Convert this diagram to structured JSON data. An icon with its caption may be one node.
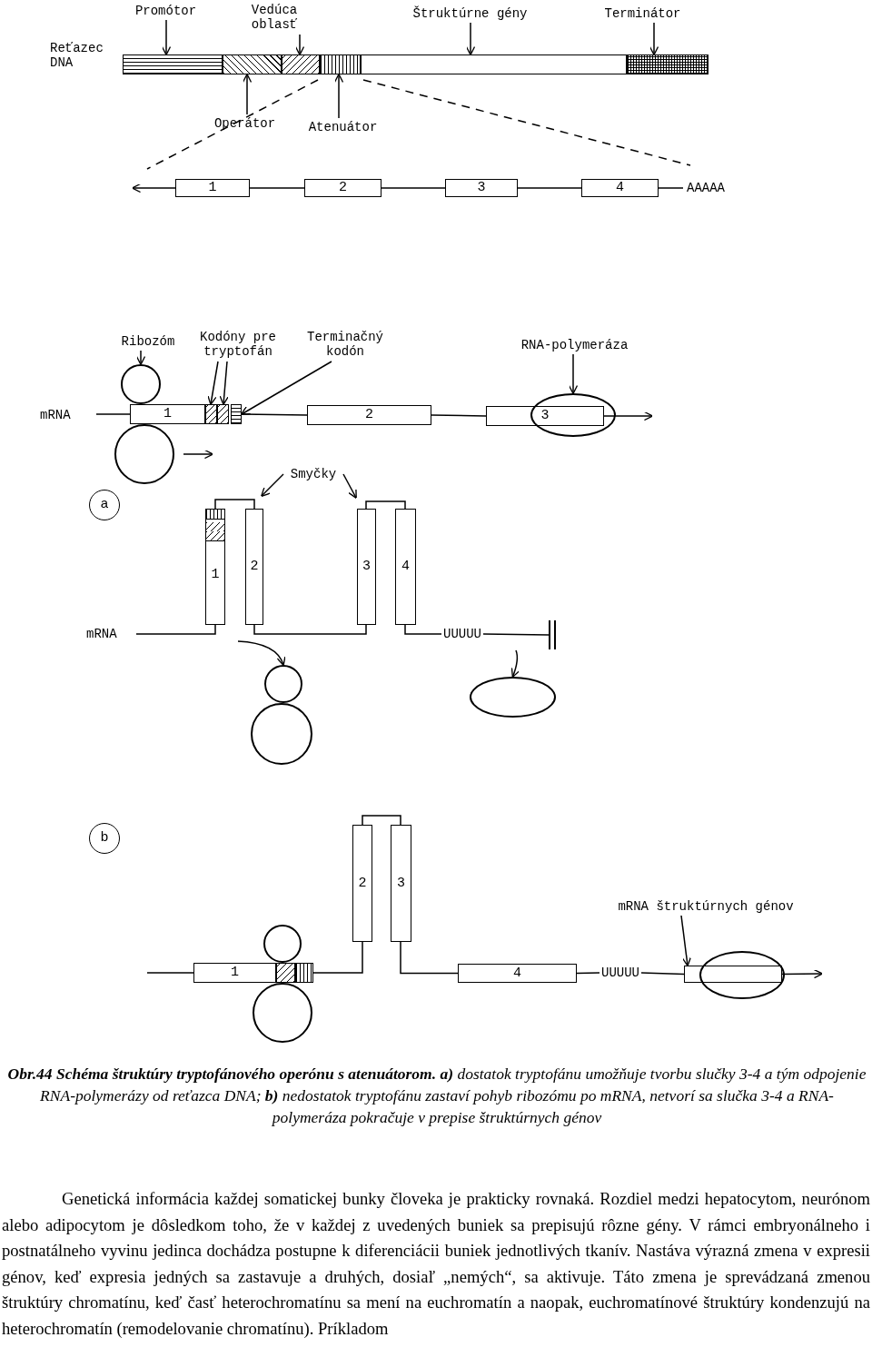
{
  "diagram": {
    "caption": "**Obr.44 Schéma štruktúry tryptofánového operónu s atenuátorom. a)** dostatok tryptofánu umožňuje tvorbu slučky 3-4 a tým odpojenie RNA-polymerázy od reťazca DNA; **b)** nedostatok tryptofánu zastaví pohyb ribozómu po mRNA, netvorí sa slučka 3-4 a RNA-polymeráza pokračuje v prepise štruktúrnych génov",
    "nodes": [
      {
        "text": [
          "Promótor"
        ]
      },
      {
        "text": [
          "Vedúca oblasť"
        ]
      },
      {
        "text": [
          "Štruktúrne gény"
        ]
      },
      {
        "text": [
          "Terminátor"
        ]
      },
      {
        "text": [],
        "shape": "bar"
      },
      {
        "text": [],
        "shape": "bar"
      },
      {
        "text": [],
        "shape": "bar"
      },
      {
        "text": [],
        "shape": "bar"
      },
      {
        "text": [],
        "shape": "bar"
      },
      {
        "text": [],
        "shape": "bar"
      },
      {
        "text": [
          "Operátor"
        ]
      },
      {
        "text": [
          "Atenuátor"
        ]
      },
      {
        "text": [
          "1"
        ]
      },
      {
        "text": [
          "2"
        ]
      },
      {
        "text": [
          "3"
        ]
      },
      {
        "text": [
          "4"
        ]
      },
      {
        "text": [
          "AAAAA"
        ]
      },
      {
        "text": [
          "Ribozóm"
        ]
      },
      {
        "text": [
          "Kodóny pre tryptofán"
        ]
      },
      {
        "text": [
          "Terminačný kodón"
        ]
      },
      {
        "text": [
          "RNA-polymeráza"
        ]
      },
      {
        "text": [],
        "shape": "circle"
      },
      {
        "text": [],
        "shape": "circle"
      },
      {
        "text": [
          "1"
        ]
      },
      {
        "text": [],
        "shape": "bar"
      },
      {
        "text": [],
        "shape": "bar"
      },
      {
        "text": [],
        "shape": "bar"
      },
      {
        "text": [
          "2"
        ]
      },
      {
        "text": [
          "3"
        ]
      },
      {
        "text": [],
        "shape": "ellipse"
      },
      {
        "text": [
          "a"
        ]
      },
      {
        "text": [
          "Smyčky"
        ]
      },
      {
        "text": [
          "1"
        ]
      },
      {
        "text": [
          "2"
        ]
      },
      {
        "text": [
          "3"
        ]
      },
      {
        "text": [
          "4"
        ]
      },
      {
        "text": [
          "UUUUU"
        ]
      },
      {
        "text": [],
        "shape": "bar"
      },
      {
        "text": [],
        "shape": "circle"
      },
      {
        "text": [],
        "shape": "circle"
      },
      {
        "text": [],
        "shape": "ellipse"
      },
      {
        "text": [
          "b"
        ]
      },
      {
        "text": [
          "1"
        ]
      },
      {
        "text": [],
        "shape": "bar"
      },
      {
        "text": [],
        "shape": "bar"
      },
      {
        "text": [],
        "shape": "circle"
      },
      {
        "text": [],
        "shape": "circle"
      },
      {
        "text": [
          "2"
        ]
      },
      {
        "text": [
          "3"
        ]
      },
      {
        "text": [
          "4"
        ]
      },
      {
        "text": [
          "UUUUU"
        ]
      },
      {
        "text": [
          "mRNA štruktúrnych génov"
        ]
      },
      {
        "text": [],
        "shape": "bar"
      },
      {
        "text": [],
        "shape": "ellipse"
      }
    ],
    "edges": [
      {
        "from": 0,
        "to": 4,
        "arrow": "to"
      },
      {
        "from": 1,
        "to": 6,
        "arrow": "to"
      },
      {
        "from": 2,
        "to": 8,
        "arrow": "to"
      },
      {
        "from": 3,
        "to": 9,
        "arrow": "to"
      },
      {
        "from": 10,
        "to": 5,
        "arrow": "to"
      },
      {
        "from": 11,
        "to": 7,
        "arrow": "to"
      },
      {
        "from": 12,
        "to": 13,
        "arrow": "none"
      },
      {
        "from": 13,
        "to": 14,
        "arrow": "none"
      },
      {
        "from": 14,
        "to": 15,
        "arrow": "none"
      },
      {
        "from": 12,
        "to": null,
        "arrow": "to"
      },
      {
        "from": 15,
        "to": 16,
        "arrow": "none"
      },
      {
        "from": 17,
        "to": 21,
        "arrow": "to"
      },
      {
        "from": 18,
        "to": 24,
        "arrow": "to"
      },
      {
        "from": 18,
        "to": 25,
        "arrow": "to"
      },
      {
        "from": 19,
        "to": 26,
        "arrow": "to"
      },
      {
        "from": 20,
        "to": 29,
        "arrow": "to"
      },
      {
        "from": null,
        "to": 23,
        "arrow": "none"
      },
      {
        "from": 26,
        "to": 27,
        "arrow": "none"
      },
      {
        "from": 27,
        "to": 28,
        "arrow": "none"
      },
      {
        "from": 28,
        "to": null,
        "arrow": "to"
      },
      {
        "from": 31,
        "to": null,
        "arrow": "to"
      },
      {
        "from": 31,
        "to": null,
        "arrow": "to"
      },
      {
        "from": 32,
        "to": 33,
        "arrow": "none"
      },
      {
        "from": 34,
        "to": 35,
        "arrow": "none"
      },
      {
        "from": null,
        "to": 32,
        "arrow": "none"
      },
      {
        "from": 33,
        "to": 34,
        "arrow": "none"
      },
      {
        "from": 35,
        "to": 36,
        "arrow": "none"
      },
      {
        "from": 36,
        "to": 37,
        "arrow": "none"
      },
      {
        "from": null,
        "to": 38,
        "arrow": "to"
      },
      {
        "from": null,
        "to": 40,
        "arrow": "to"
      },
      {
        "from": null,
        "to": 42,
        "arrow": "none"
      },
      {
        "from": 44,
        "to": 47,
        "arrow": "none"
      },
      {
        "from": 47,
        "to": 48,
        "arrow": "none"
      },
      {
        "from": 48,
        "to": 49,
        "arrow": "none"
      },
      {
        "from": 49,
        "to": 50,
        "arrow": "none"
      },
      {
        "from": 50,
        "to": 52,
        "arrow": "none"
      },
      {
        "from": 51,
        "to": 52,
        "arrow": "to"
      },
      {
        "from": 52,
        "to": null,
        "arrow": "to"
      }
    ],
    "labels": [
      "Reťazec DNA",
      "mRNA",
      "mRNA",
      "Genetická informácia každej somatickej bunky človeka je prakticky rovnaká. Rozdiel medzi hepatocytom, neurónom alebo adipocytom je dôsledkom toho, že v každej z uvedených buniek sa prepisujú rôzne gény. V rámci embryonálneho i postnatálneho vyvinu jedinca dochádza postupne k diferenciácii buniek jednotlivých tkanív. Nastáva výrazná zmena v expresii génov, keď expresia jedných sa zastavuje a druhých, dosiaľ „nemých“, sa aktivuje. Táto zmena je sprevádzaná zmenou štruktúry chromatínu, keď časť heterochromatínu sa mení na euchromatín a naopak, euchromatínové štruktúry kondenzujú na heterochromatín (remodelovanie chromatínu). Príkladom"
    ]
  }
}
